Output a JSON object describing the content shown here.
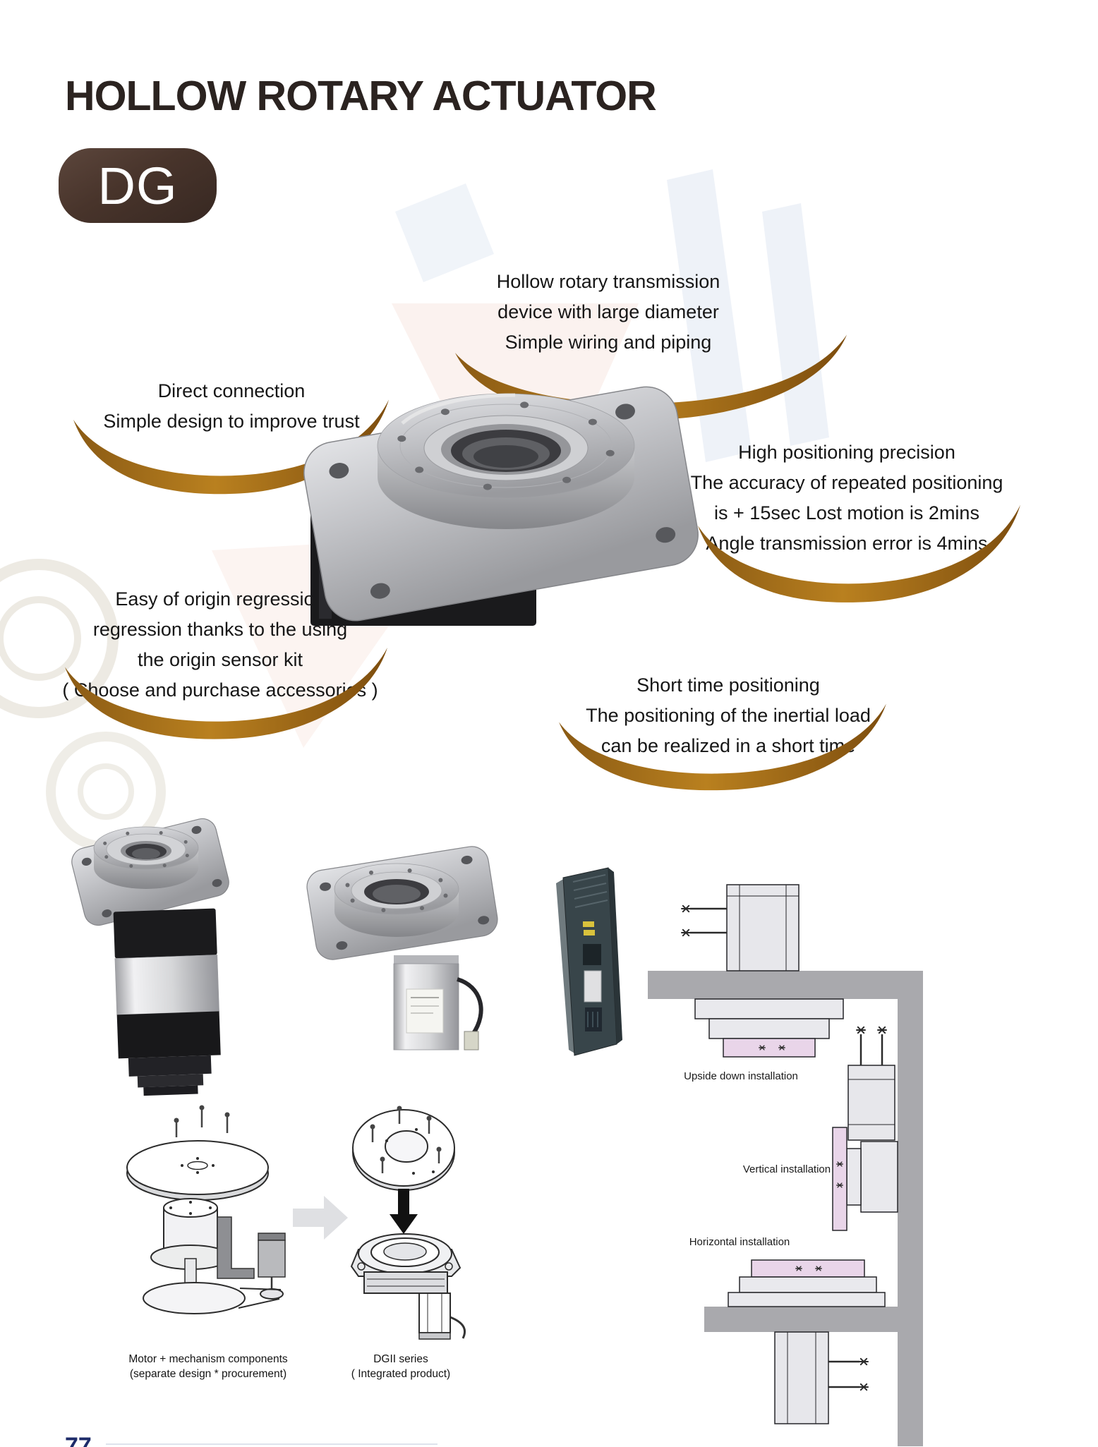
{
  "header": {
    "title": "HOLLOW ROTARY ACTUATOR",
    "series_badge": "DG"
  },
  "callouts": {
    "transmission": "Hollow rotary transmission\ndevice with large diameter\nSimple wiring and piping",
    "direct_connection": "Direct connection\nSimple design to improve trust",
    "positioning_precision": "High positioning precision\nThe accuracy of repeated positioning\nis + 15sec Lost motion is 2mins\nAngle transmission error is 4mins",
    "origin_regression": "Easy of origin regression\nregression thanks to the using\nthe origin sensor kit\n( Choose and purchase accessories )",
    "short_time": "Short time positioning\nThe positioning of the inertial load\ncan be realized in a short time"
  },
  "installation": {
    "upside_down": "Upside down installation",
    "vertical": "Vertical installation",
    "horizontal": "Horizontal installation"
  },
  "captions": {
    "motor_mechanism": "Motor + mechanism components\n(separate design * procurement)",
    "dgii_series": "DGII series\n( Integrated product)"
  },
  "footer": {
    "page_number": "77"
  },
  "colors": {
    "brand_brown": "#48342b",
    "swoosh_orange": "#a9721a",
    "table_pink": "#e9d5e9",
    "wall_gray": "#a9a9ad",
    "page_number_navy": "#1d2b69"
  }
}
